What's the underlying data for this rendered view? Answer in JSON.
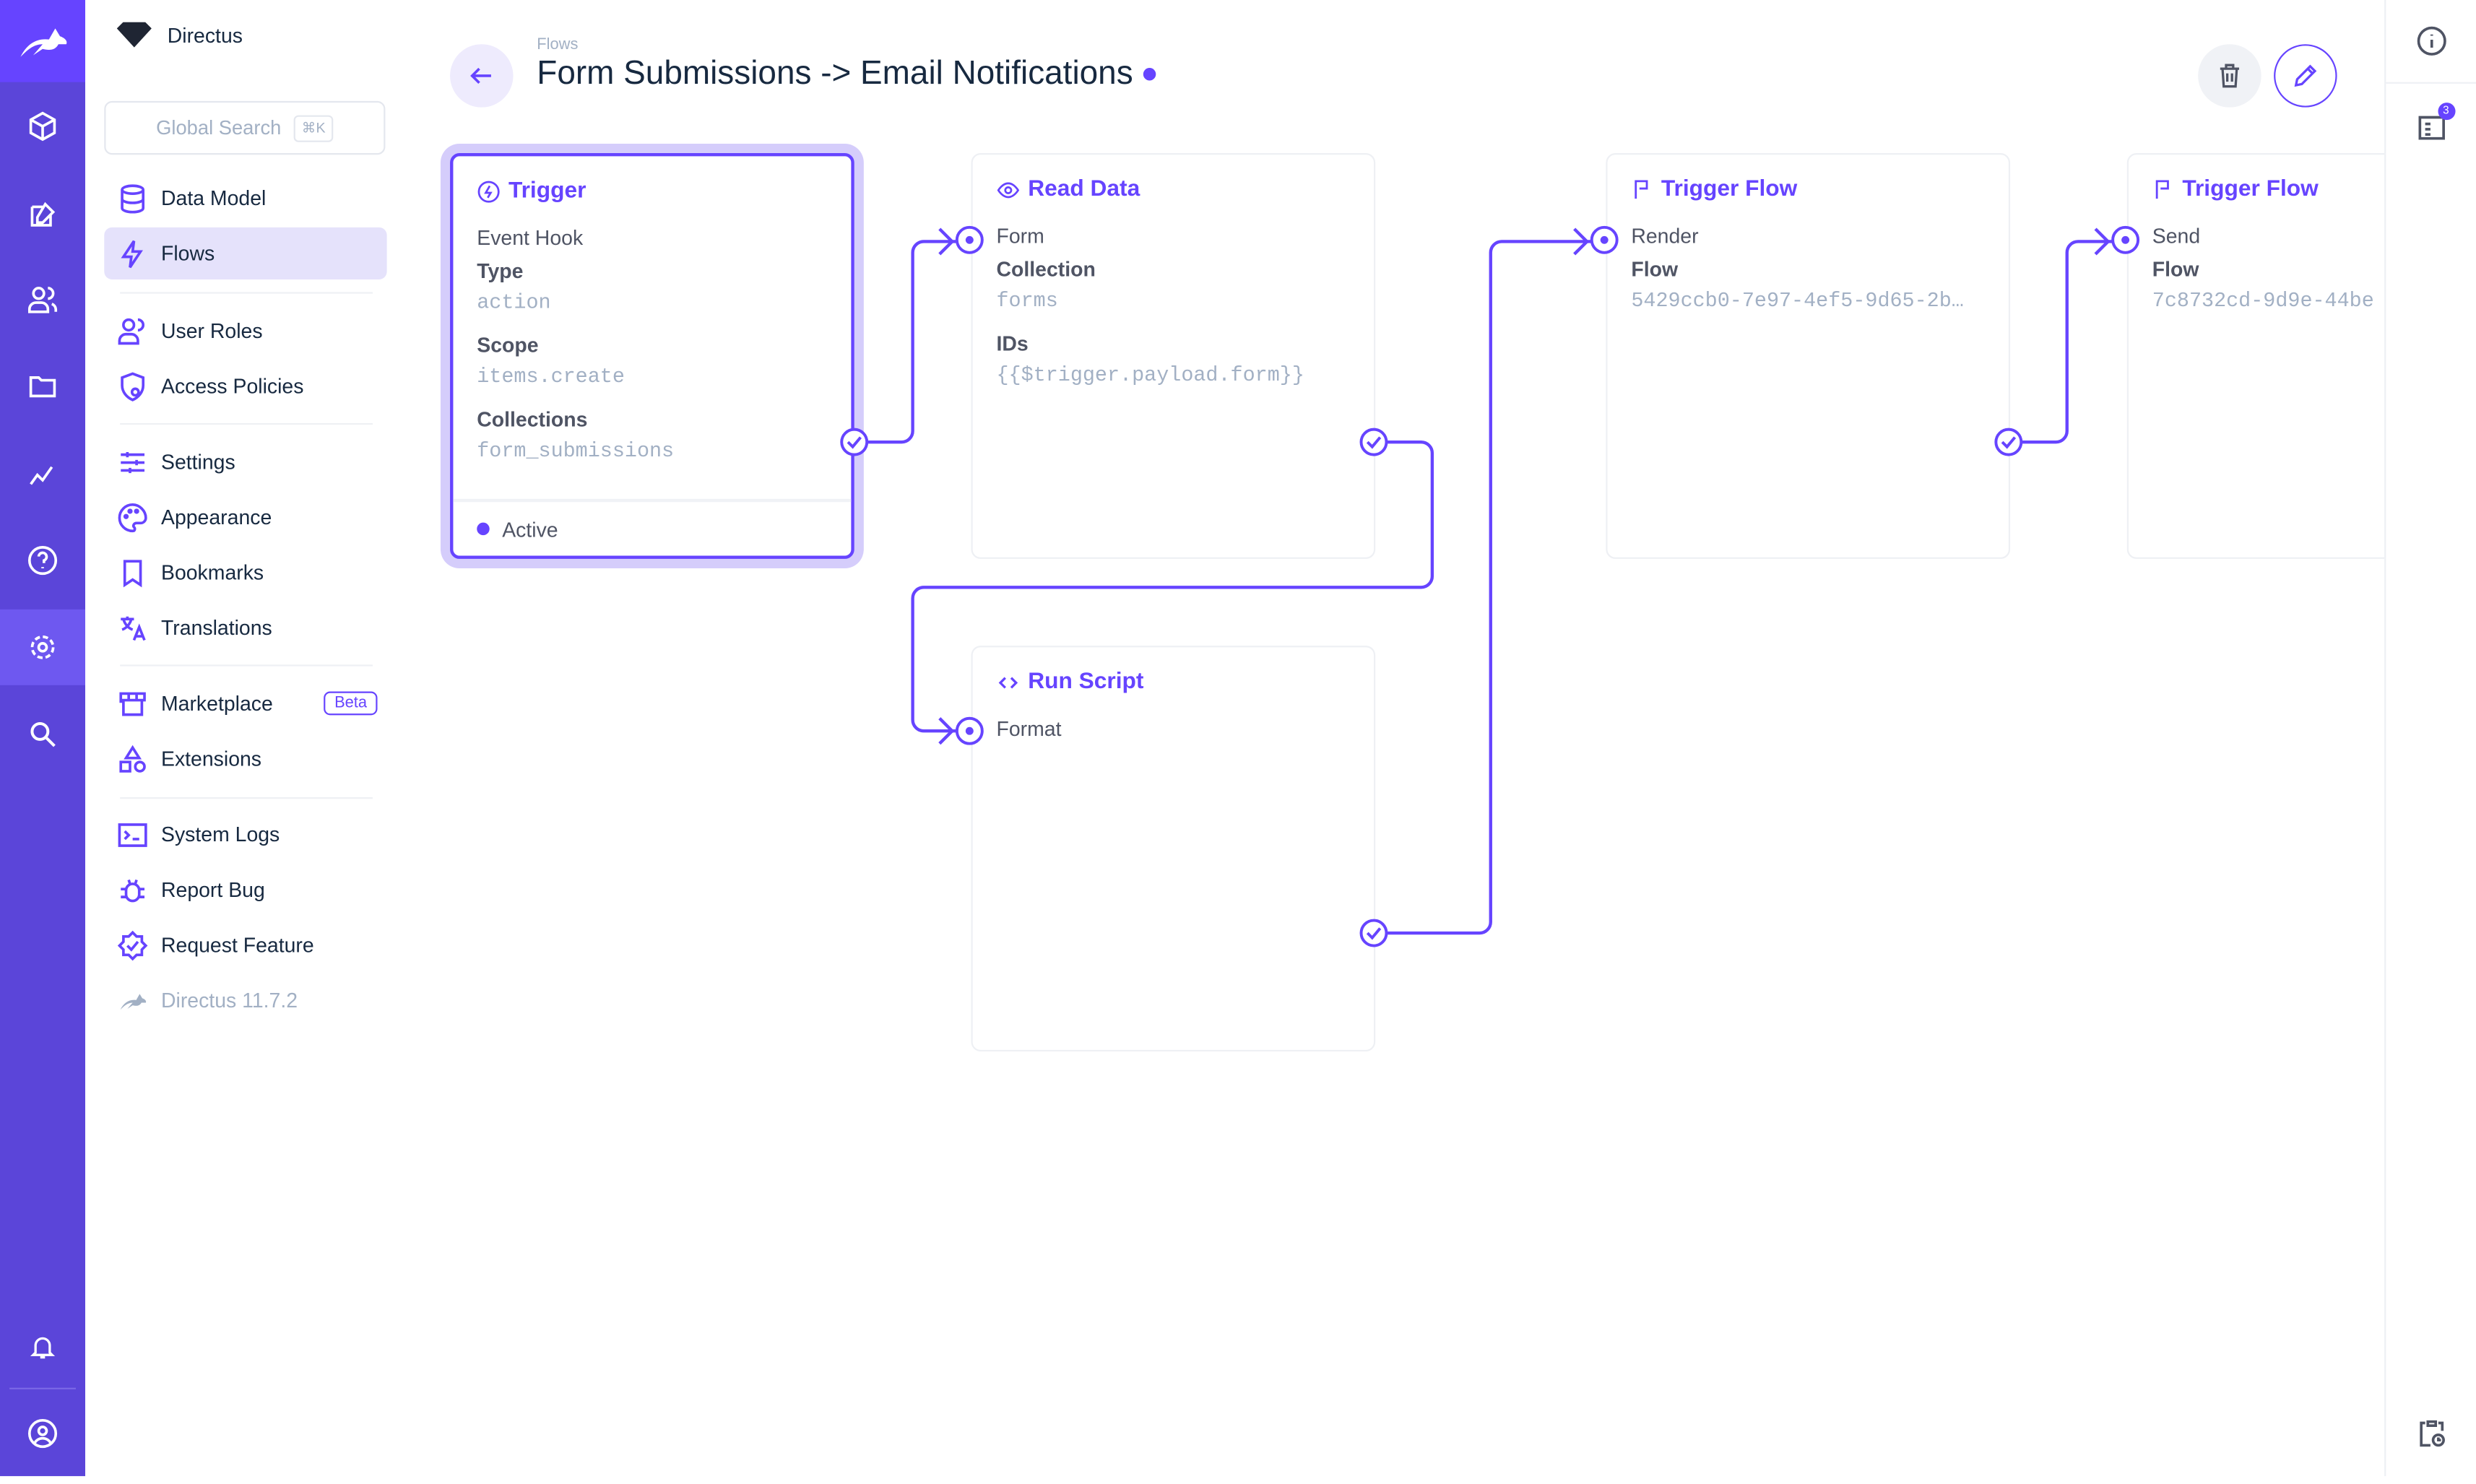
{
  "app": {
    "name": "Directus",
    "version": "Directus 11.7.2"
  },
  "colors": {
    "accent": "#6644ff",
    "rail": "#5b45d9",
    "muted": "#a2b0c4"
  },
  "search": {
    "placeholder": "Global Search",
    "shortcut": "⌘K"
  },
  "nav": {
    "items": [
      {
        "label": "Data Model",
        "icon": "database-icon"
      },
      {
        "label": "Flows",
        "icon": "bolt-icon",
        "active": true
      },
      {
        "label": "User Roles",
        "icon": "users-icon"
      },
      {
        "label": "Access Policies",
        "icon": "shield-icon"
      },
      {
        "label": "Settings",
        "icon": "sliders-icon"
      },
      {
        "label": "Appearance",
        "icon": "palette-icon"
      },
      {
        "label": "Bookmarks",
        "icon": "bookmark-icon"
      },
      {
        "label": "Translations",
        "icon": "translate-icon"
      },
      {
        "label": "Marketplace",
        "icon": "store-icon",
        "badge": "Beta"
      },
      {
        "label": "Extensions",
        "icon": "extensions-icon"
      },
      {
        "label": "System Logs",
        "icon": "terminal-icon"
      },
      {
        "label": "Report Bug",
        "icon": "bug-icon"
      },
      {
        "label": "Request Feature",
        "icon": "feature-icon"
      }
    ]
  },
  "header": {
    "breadcrumb": "Flows",
    "title": "Form Submissions -> Email Notifications"
  },
  "operations": {
    "trigger": {
      "title": "Trigger",
      "name": "Event Hook",
      "fields": [
        {
          "key": "Type",
          "value": "action"
        },
        {
          "key": "Scope",
          "value": "items.create"
        },
        {
          "key": "Collections",
          "value": "form_submissions"
        }
      ],
      "status": "Active"
    },
    "read": {
      "title": "Read Data",
      "name": "Form",
      "fields": [
        {
          "key": "Collection",
          "value": "forms"
        },
        {
          "key": "IDs",
          "value": "{{$trigger.payload.form}}"
        }
      ]
    },
    "script": {
      "title": "Run Script",
      "name": "Format"
    },
    "flow1": {
      "title": "Trigger Flow",
      "name": "Render",
      "fields": [
        {
          "key": "Flow",
          "value": "5429ccb0-7e97-4ef5-9d65-2b…"
        }
      ]
    },
    "flow2": {
      "title": "Trigger Flow",
      "name": "Send",
      "fields": [
        {
          "key": "Flow",
          "value": "7c8732cd-9d9e-44be"
        }
      ]
    }
  },
  "sidebar_right": {
    "notifications_count": "3"
  }
}
